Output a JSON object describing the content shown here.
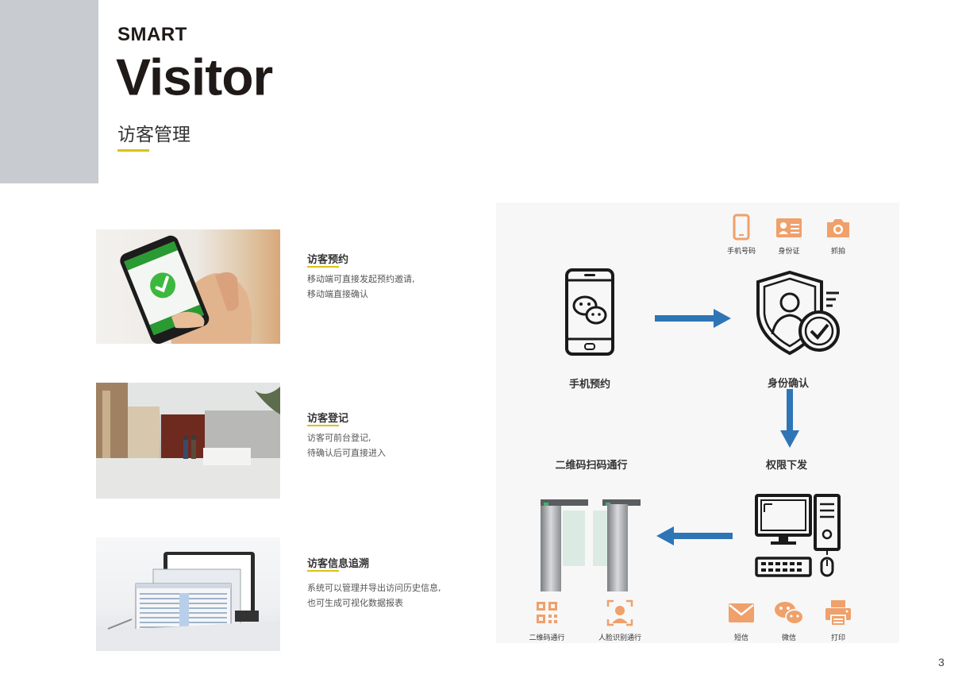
{
  "header": {
    "smart": "SMART",
    "title": "Visitor",
    "subtitle": "访客管理"
  },
  "features": [
    {
      "title": "访客预约",
      "desc_line1": "移动端可直接发起预约邀请,",
      "desc_line2": "移动端直接确认"
    },
    {
      "title": "访客登记",
      "desc_line1": "访客可前台登记,",
      "desc_line2": "待确认后可直接进入"
    },
    {
      "title": "访客信息追溯",
      "desc_line1": "系统可以管理并导出访问历史信息,",
      "desc_line2": "也可生成可视化数据报表"
    }
  ],
  "diagram": {
    "id_methods": [
      "手机号码",
      "身份证",
      "抓拍"
    ],
    "steps": {
      "mobile_booking": "手机预约",
      "identity_confirm": "身份确认",
      "permission_issue": "权限下发",
      "qr_pass": "二维码扫码通行"
    },
    "pass_methods": [
      "二维码通行",
      "人脸识别通行"
    ],
    "notify_methods": [
      "短信",
      "微信",
      "打印"
    ],
    "colors": {
      "arrow": "#2e75b6",
      "icon_orange": "#f0a06a",
      "accent": "#d8c21a"
    }
  },
  "page_number": "3"
}
